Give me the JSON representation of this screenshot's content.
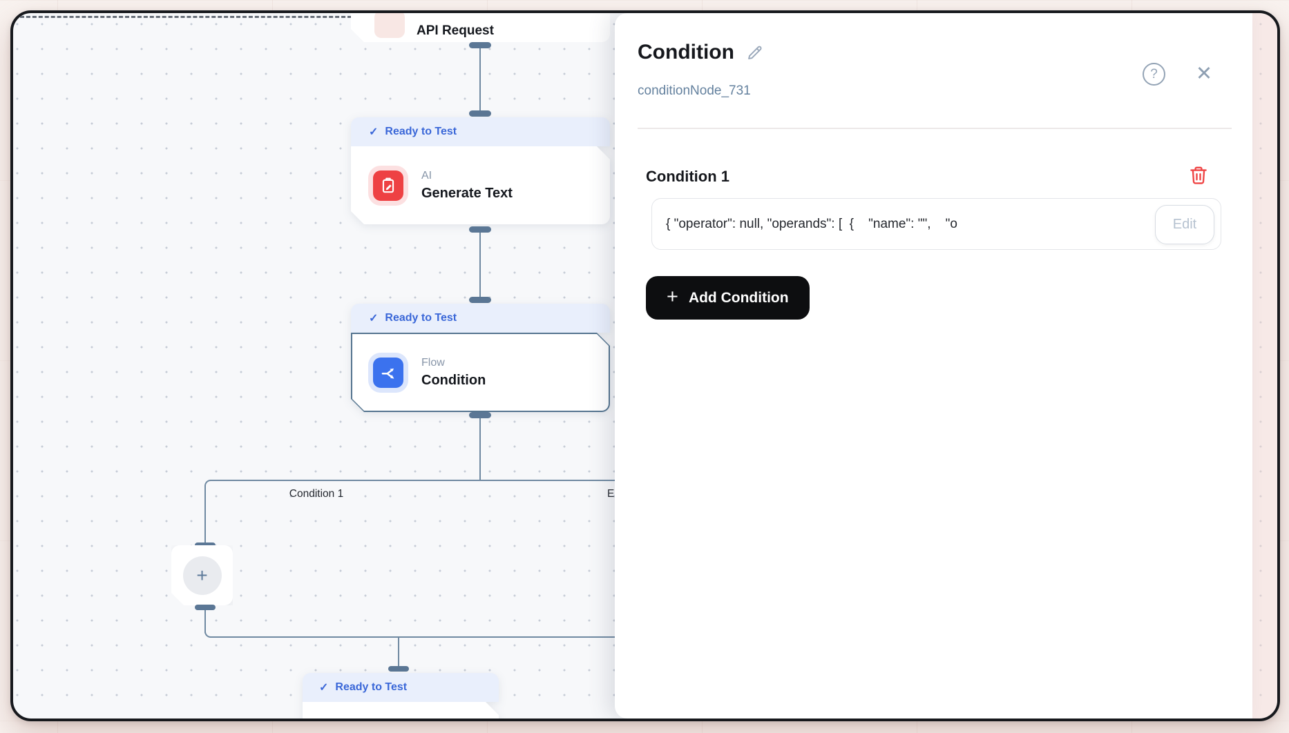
{
  "icons": {
    "check": "✓",
    "help": "?",
    "close": "✕",
    "plus_node": "+",
    "plus_button": "+"
  },
  "canvas": {
    "api_node": {
      "title": "API Request"
    },
    "status_badge": "Ready to Test",
    "ai_node": {
      "category": "AI",
      "title": "Generate Text"
    },
    "flow_node": {
      "category": "Flow",
      "title": "Condition"
    },
    "branches": {
      "left": "Condition 1",
      "right": "Else"
    }
  },
  "panel": {
    "title": "Condition",
    "node_id": "conditionNode_731",
    "condition": {
      "heading": "Condition 1",
      "expression": "{ \"operator\": null, \"operands\": [  {    \"name\": \"\",    \"o",
      "edit_label": "Edit"
    },
    "add_condition_label": "Add Condition"
  },
  "colors": {
    "status_blue": "#3a67d8",
    "banner_bg": "#e9effc",
    "icon_red": "#ee4143",
    "icon_blue": "#3b72ee",
    "handle_slate": "#5b7795",
    "edge_slate": "#6f89a1",
    "danger_red": "#ef4444",
    "button_black": "#0d0e10",
    "node_id_slate": "#64819e"
  }
}
